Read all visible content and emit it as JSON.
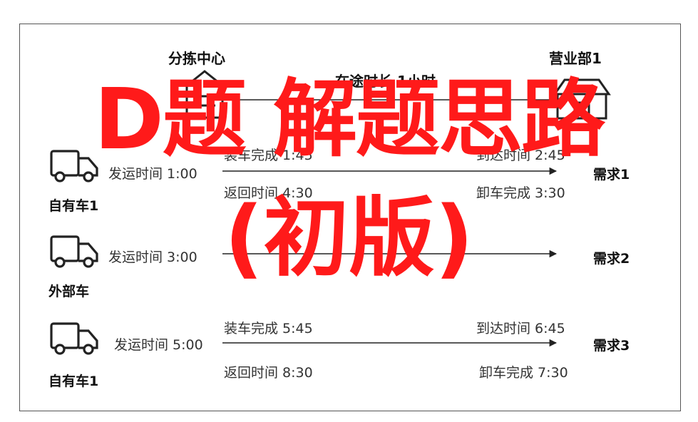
{
  "header": {
    "sorting_center": "分拣中心",
    "transit_time": "在途时长 1小时",
    "branch": "营业部1"
  },
  "rows": [
    {
      "vehicle": "自有车1",
      "depart": "发运时间 1:00",
      "load_done": "装车完成 1:45",
      "arrive": "到达时间 2:45",
      "return_time": "返回时间 4:30",
      "unload_done": "卸车完成 3:30",
      "demand": "需求1"
    },
    {
      "vehicle": "外部车",
      "depart": "发运时间 3:00",
      "demand": "需求2"
    },
    {
      "vehicle": "自有车1",
      "depart": "发运时间 5:00",
      "load_done": "装车完成 5:45",
      "arrive": "到达时间 6:45",
      "return_time": "返回时间 8:30",
      "unload_done": "卸车完成 7:30",
      "demand": "需求3"
    }
  ],
  "overlay": {
    "line1": "D题 解题思路",
    "line2": "(初版)"
  },
  "colors": {
    "overlay": "#ff1a1a",
    "line": "#222222",
    "frame": "#555555"
  }
}
